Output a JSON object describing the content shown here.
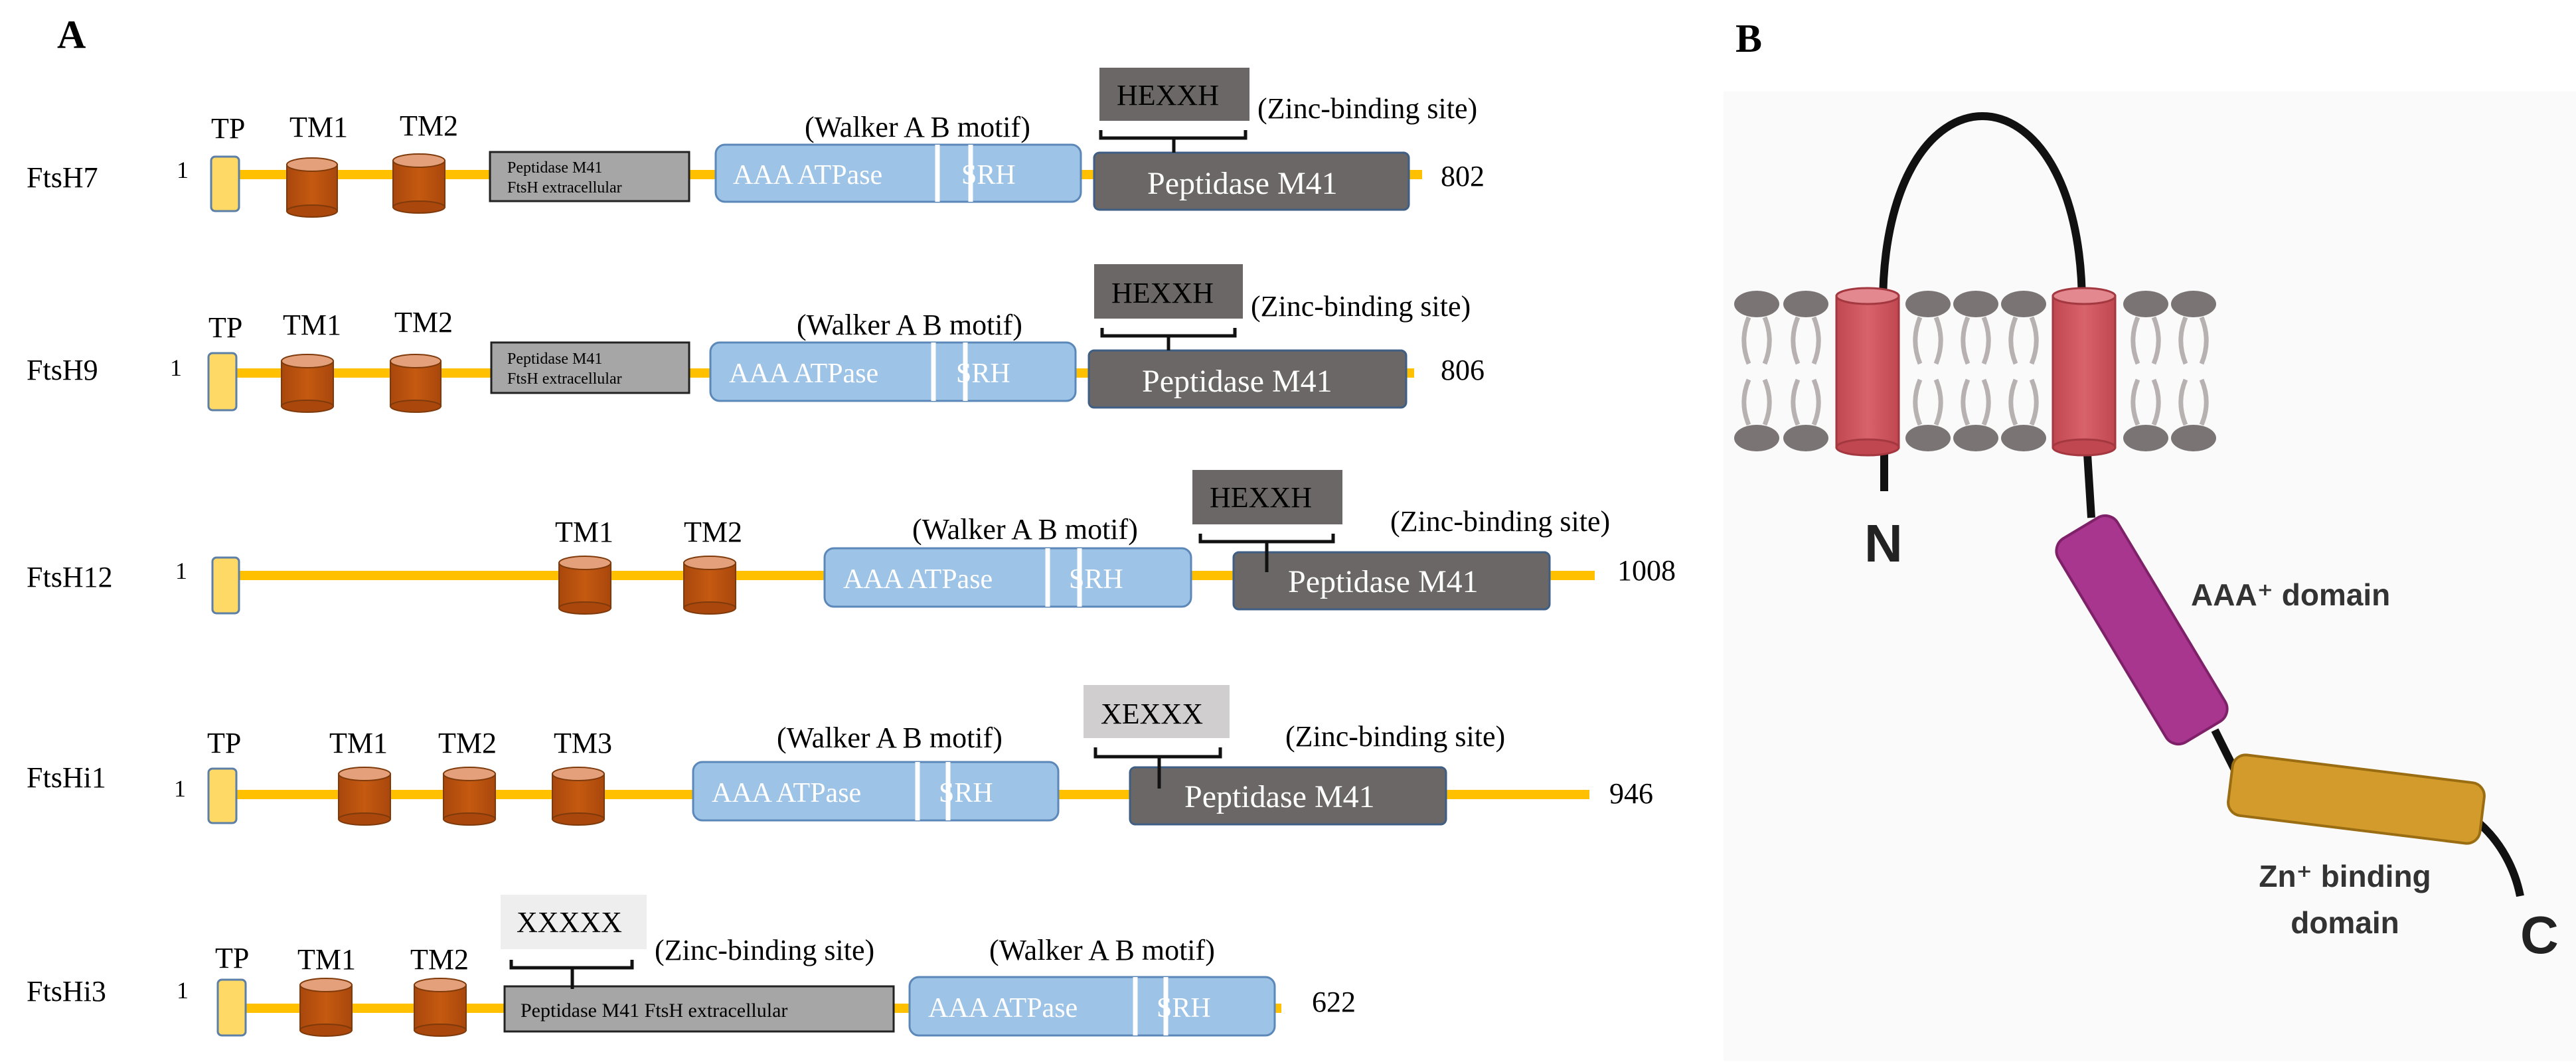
{
  "panel_a": {
    "label": "A",
    "proteins": [
      {
        "name": "FtsH7",
        "start": "1",
        "end": "802",
        "tp": "TP",
        "tm": [
          "TM1",
          "TM2"
        ],
        "extra_domain": [
          "Peptidase M41",
          "FtsH extracellular"
        ],
        "walker": "(Walker A B motif)",
        "aaa": "AAA  ATPase",
        "srh": "SRH",
        "peptidase": "Peptidase M41",
        "motif": "HEXXH",
        "zinc": "(Zinc-binding site)"
      },
      {
        "name": "FtsH9",
        "start": "1",
        "end": "806",
        "tp": "TP",
        "tm": [
          "TM1",
          "TM2"
        ],
        "extra_domain": [
          "Peptidase M41",
          "FtsH extracellular"
        ],
        "walker": "(Walker A B motif)",
        "aaa": "AAA  ATPase",
        "srh": "SRH",
        "peptidase": "Peptidase M41",
        "motif": "HEXXH",
        "zinc": "(Zinc-binding site)"
      },
      {
        "name": "FtsH12",
        "start": "1",
        "end": "1008",
        "tm": [
          "TM1",
          "TM2"
        ],
        "walker": "(Walker A B motif)",
        "aaa": "AAA  ATPase",
        "srh": "SRH",
        "peptidase": "Peptidase M41",
        "motif": "HEXXH",
        "zinc": "(Zinc-binding site)"
      },
      {
        "name": "FtsHi1",
        "start": "1",
        "end": "946",
        "tp": "TP",
        "tm": [
          "TM1",
          "TM2",
          "TM3"
        ],
        "walker": "(Walker A B motif)",
        "aaa": "AAA  ATPase",
        "srh": "SRH",
        "peptidase": "Peptidase M41",
        "motif": "XEXXX",
        "zinc": "(Zinc-binding site)"
      },
      {
        "name": "FtsHi3",
        "start": "1",
        "end": "622",
        "tp": "TP",
        "tm": [
          "TM1",
          "TM2"
        ],
        "extra_domain": [
          "Peptidase M41 FtsH extracellular"
        ],
        "motif": "XXXXX",
        "zinc": "(Zinc-binding site)",
        "walker": "(Walker A B motif)",
        "aaa": "AAA  ATPase",
        "srh": "SRH"
      }
    ]
  },
  "panel_b": {
    "label": "B",
    "n_label": "N",
    "c_label": "C",
    "aaa_domain": "AAA⁺ domain",
    "zn_domain": [
      "Zn⁺ binding",
      "domain"
    ]
  },
  "colors": {
    "backbone": "#FFC000",
    "tp": "#FFD966",
    "tm": "#C55A11",
    "tm_top": "#E4A07A",
    "aaa": "#9DC3E6",
    "peptidase": "#6B6767",
    "extra": "#A6A6A6",
    "motif_dark": "#6B6767",
    "motif_light": "#D0CECE",
    "membrane_helix": "#D45A62",
    "aaa_b": "#A8368E",
    "zn_b": "#D29B2C"
  }
}
